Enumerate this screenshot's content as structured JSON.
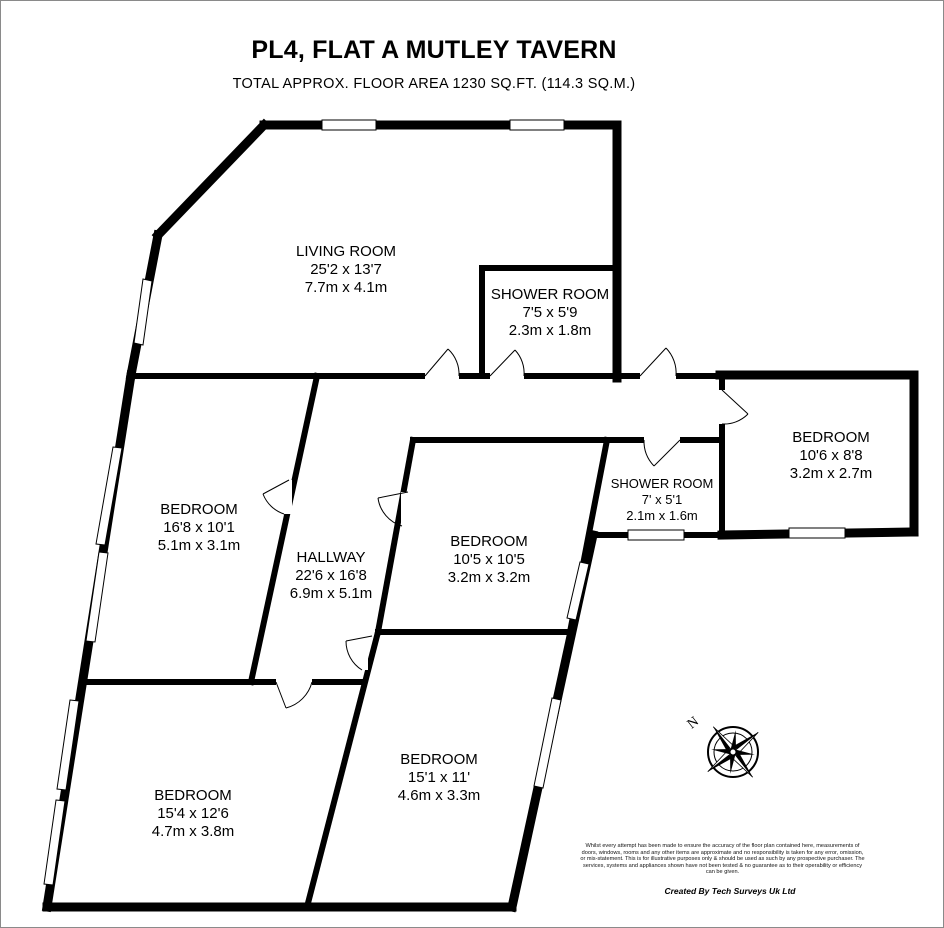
{
  "header": {
    "title": "PL4, FLAT A MUTLEY TAVERN",
    "subtitle": "TOTAL APPROX. FLOOR AREA 1230 SQ.FT. (114.3 SQ.M.)"
  },
  "rooms": [
    {
      "id": "living-room",
      "name": "LIVING ROOM",
      "imperial": "25'2 x 13'7",
      "metric": "7.7m x 4.1m"
    },
    {
      "id": "shower-room-1",
      "name": "SHOWER ROOM",
      "imperial": "7'5 x 5'9",
      "metric": "2.3m x 1.8m"
    },
    {
      "id": "bedroom-east",
      "name": "BEDROOM",
      "imperial": "10'6 x 8'8",
      "metric": "3.2m x 2.7m"
    },
    {
      "id": "shower-room-2",
      "name": "SHOWER ROOM",
      "imperial": "7' x 5'1",
      "metric": "2.1m x 1.6m"
    },
    {
      "id": "bedroom-west",
      "name": "BEDROOM",
      "imperial": "16'8 x 10'1",
      "metric": "5.1m x 3.1m"
    },
    {
      "id": "hallway",
      "name": "HALLWAY",
      "imperial": "22'6 x 16'8",
      "metric": "6.9m x 5.1m"
    },
    {
      "id": "bedroom-middle",
      "name": "BEDROOM",
      "imperial": "10'5 x 10'5",
      "metric": "3.2m x 3.2m"
    },
    {
      "id": "bedroom-south",
      "name": "BEDROOM",
      "imperial": "15'1 x 11'",
      "metric": "4.6m x 3.3m"
    },
    {
      "id": "bedroom-southwest",
      "name": "BEDROOM",
      "imperial": "15'4 x 12'6",
      "metric": "4.7m x 3.8m"
    }
  ],
  "compass": {
    "label": "N"
  },
  "footer": {
    "disclaimer": "Whilst every attempt has been made to ensure the accuracy of the floor plan contained here, measurements of doors, windows, rooms and any other items are approximate and no responsibility is taken for any error, omission, or mis-statement. This is for illustrative purposes only & should be used as such by any prospective purchaser. The services, systems and appliances shown have not been tested & no guarantee as to their operability or efficiency can be given.",
    "credit": "Created By Tech Surveys Uk Ltd"
  },
  "colors": {
    "wall": "#000000",
    "window": "#ffffff",
    "background": "#ffffff"
  }
}
